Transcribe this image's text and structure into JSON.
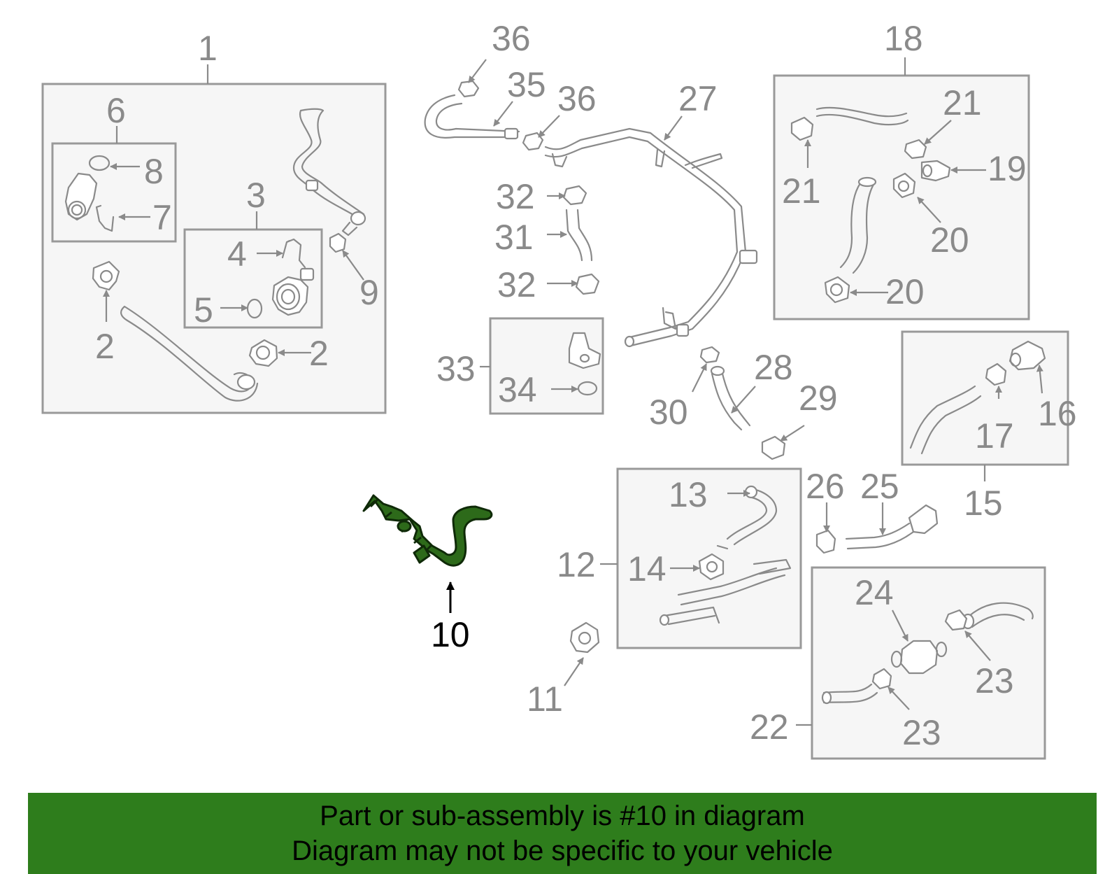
{
  "diagram": {
    "highlight_color": "#2e7d1c",
    "highlighted_part": "10",
    "callouts": {
      "c1": "1",
      "c2a": "2",
      "c2b": "2",
      "c3": "3",
      "c4": "4",
      "c5": "5",
      "c6": "6",
      "c7": "7",
      "c8": "8",
      "c9": "9",
      "c10": "10",
      "c11": "11",
      "c12": "12",
      "c13": "13",
      "c14": "14",
      "c15": "15",
      "c16": "16",
      "c17": "17",
      "c18": "18",
      "c19": "19",
      "c20a": "20",
      "c20b": "20",
      "c21a": "21",
      "c21b": "21",
      "c22": "22",
      "c23a": "23",
      "c23b": "23",
      "c24": "24",
      "c25": "25",
      "c26": "26",
      "c27": "27",
      "c28": "28",
      "c29": "29",
      "c30": "30",
      "c31": "31",
      "c32a": "32",
      "c32b": "32",
      "c33": "33",
      "c34": "34",
      "c35": "35",
      "c36a": "36",
      "c36b": "36"
    }
  },
  "banner": {
    "line1": "Part or sub-assembly is #10 in diagram",
    "line2": "Diagram may not be specific to your vehicle"
  }
}
